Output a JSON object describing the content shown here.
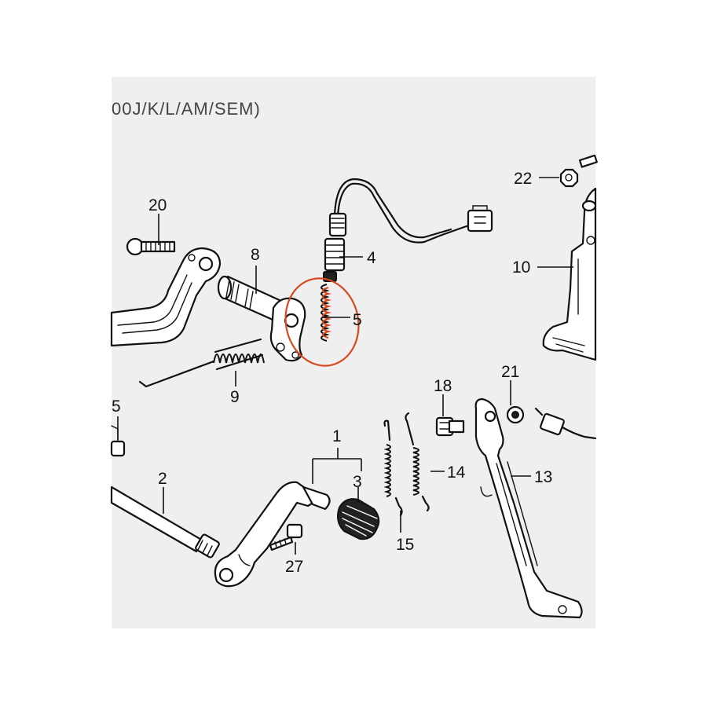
{
  "header": {
    "model_code": "00J/K/L/AM/SEM)"
  },
  "labels": {
    "p1": "1",
    "p2": "2",
    "p3": "3",
    "p4": "4",
    "p5": "5",
    "p5_left": "5",
    "p8": "8",
    "p9": "9",
    "p10": "10",
    "p13": "13",
    "p14": "14",
    "p15": "15",
    "p18": "18",
    "p20": "20",
    "p21": "21",
    "p22": "22",
    "p27": "27"
  },
  "colors": {
    "highlight": "#d9481f",
    "panel": "#efefef",
    "line": "#111111"
  }
}
